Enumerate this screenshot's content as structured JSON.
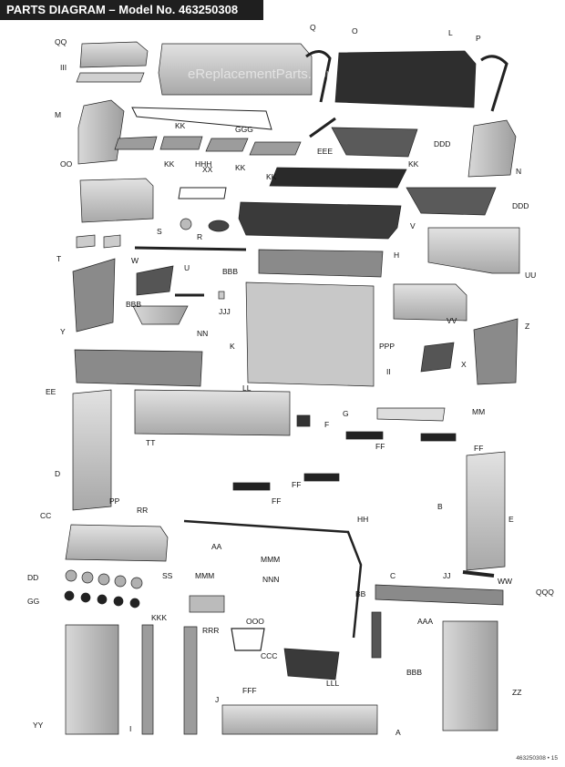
{
  "title": "PARTS DIAGRAM – Model No. 463250308",
  "watermark": "eReplacementParts.com",
  "footer": {
    "model": "463250308",
    "separator": "•",
    "page": "15"
  },
  "colors": {
    "title_bg": "#1f1f1f",
    "part_fill": "#c4c4c4",
    "part_dark": "#3a3a3a",
    "line": "#222222"
  },
  "part_labels": [
    "Q",
    "O",
    "L",
    "P",
    "QQ",
    "III",
    "M",
    "KK",
    "GGG",
    "KK",
    "EEE",
    "DDD",
    "N",
    "OO",
    "KK",
    "HHH",
    "KK",
    "KK",
    "XX",
    "DDD",
    "S",
    "R",
    "V",
    "T",
    "W",
    "U",
    "H",
    "UU",
    "BBB",
    "BBB",
    "JJJ",
    "Y",
    "NN",
    "K",
    "VV",
    "Z",
    "PPP",
    "II",
    "X",
    "EE",
    "LL",
    "G",
    "MM",
    "F",
    "FF",
    "FF",
    "TT",
    "D",
    "PP",
    "RR",
    "FF",
    "FF",
    "E",
    "CC",
    "HH",
    "B",
    "AA",
    "MMM",
    "DD",
    "SS",
    "MMM",
    "NNN",
    "C",
    "JJ",
    "WW",
    "QQQ",
    "GG",
    "BB",
    "KKK",
    "OOO",
    "RRR",
    "AAA",
    "CCC",
    "LLL",
    "BBB",
    "FFF",
    "J",
    "ZZ",
    "YY",
    "I",
    "A"
  ]
}
